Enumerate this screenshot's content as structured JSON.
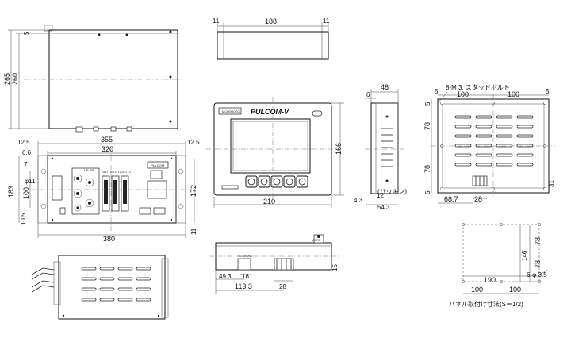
{
  "views": {
    "top_view": {
      "dims": [
        "5",
        "265",
        "260"
      ]
    },
    "front_view": {
      "dims": [
        "12.5",
        "355",
        "12.5",
        "6.6",
        "320",
        "7",
        "φ11",
        "183",
        "100",
        "172",
        "10.5",
        "380",
        "11"
      ],
      "panel_labels": [
        "PULCOM",
        "UP-RS",
        "SLOT1",
        "SLOT2",
        "SLOT3"
      ]
    },
    "side_view": {},
    "panel_front": {
      "dims": [
        "11",
        "188",
        "11",
        "166",
        "210"
      ],
      "brand": "PULCOM-V",
      "logo": "MORIMOTO"
    },
    "bottom_view": {
      "dims": [
        "49.3",
        "16",
        "15",
        "113.3",
        "28"
      ],
      "labels": [
        "SG-MONI",
        "AFFA"
      ]
    },
    "side_panel": {
      "dims": [
        "48",
        "6",
        "12",
        "4.3",
        "54.3"
      ],
      "packing_label": "(パッキン)"
    },
    "rear_panel": {
      "stud_note": "8-M 3. スタッドボルト",
      "dims": [
        "5",
        "100",
        "100",
        "5",
        "5",
        "78",
        "78",
        "5",
        "31",
        "68.7",
        "28"
      ]
    },
    "panel_cutout": {
      "dims": [
        "146",
        "78",
        "78",
        "190",
        "6-φ 3.5",
        "100",
        "100"
      ],
      "title": "パネル取付け寸法(S＝1/2)"
    }
  }
}
